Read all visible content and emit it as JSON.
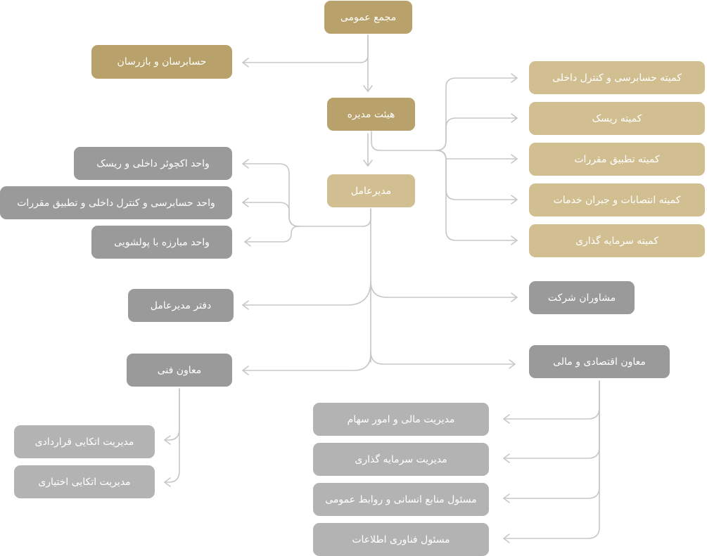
{
  "palette": {
    "gold": "#b8a16a",
    "beige": "#d1bf92",
    "dark_gray": "#9a9a9a",
    "light_gray": "#b3b3b3",
    "connector": "#c7c7c7"
  },
  "nodes": {
    "general_assembly": "مجمع عمومی",
    "auditors": "حسابرسان و بازرسان",
    "board": "هیئت مدیره",
    "ceo": "مدیرعامل",
    "committees": [
      "کمیته حسابرسی و کنترل داخلی",
      "کمیته ریسک",
      "کمیته تطبیق مقررات",
      "کمیته انتصابات و جبران خدمات",
      "کمیته سرمایه گذاری"
    ],
    "units": [
      "واحد اکچوئر داخلی و ریسک",
      "واحد حسابرسی و کنترل داخلی و تطبیق مقررات",
      "واحد مبارزه با پولشویی"
    ],
    "ceo_office": "دفتر مدیرعامل",
    "advisors": "مشاوران شرکت",
    "technical_deputy": "معاون فنی",
    "technical_departments": [
      "مدیریت اتکایی قراردادی",
      "مدیریت اتکایی اختیاری"
    ],
    "finance_deputy": "معاون اقتصادی و مالی",
    "finance_departments": [
      "مدیریت مالی و امور سهام",
      "مدیریت سرمایه گذاری",
      "مسئول منابع انسانی و روابط عمومی",
      "مسئول فناوری اطلاعات"
    ]
  }
}
